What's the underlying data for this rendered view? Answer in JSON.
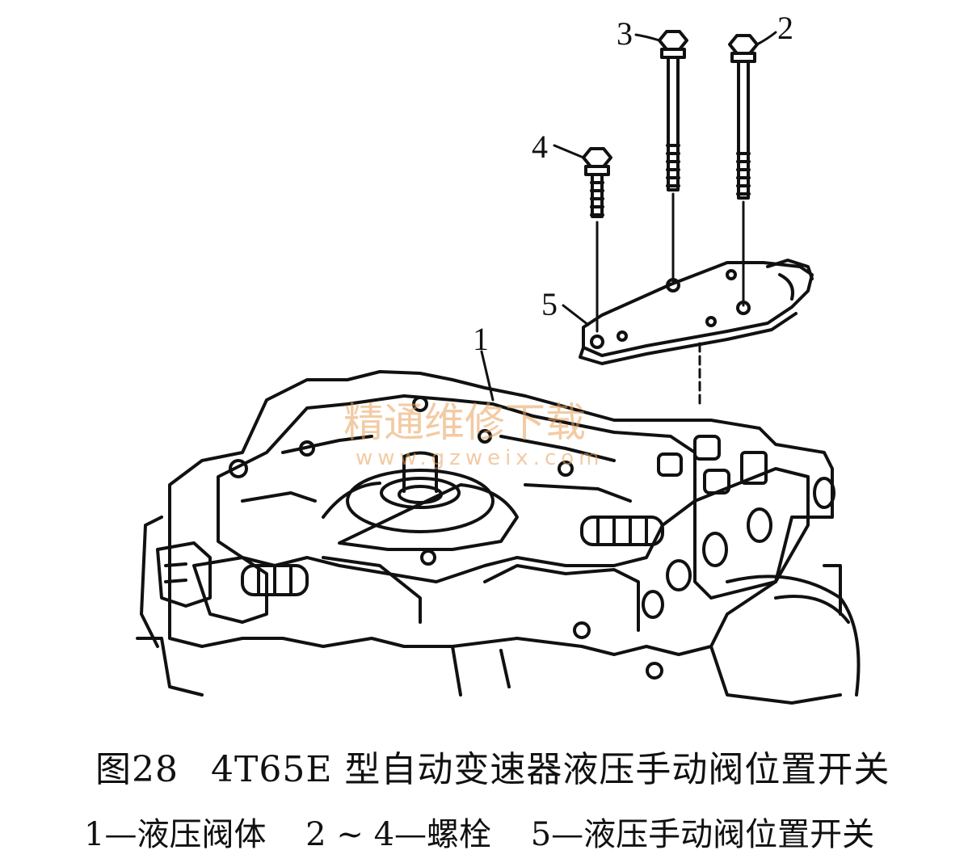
{
  "callouts": {
    "c1": "1",
    "c2": "2",
    "c3": "3",
    "c4": "4",
    "c5": "5"
  },
  "watermark": {
    "main": "精通维修下载",
    "url": "www.gzweix.com"
  },
  "caption": {
    "figure_no": "图28",
    "title": "4T65E 型自动变速器液压手动阀位置开关"
  },
  "legend": {
    "item1": "1—液压阀体",
    "item2": "2 ~ 4—螺栓",
    "item3": "5—液压手动阀位置开关"
  }
}
